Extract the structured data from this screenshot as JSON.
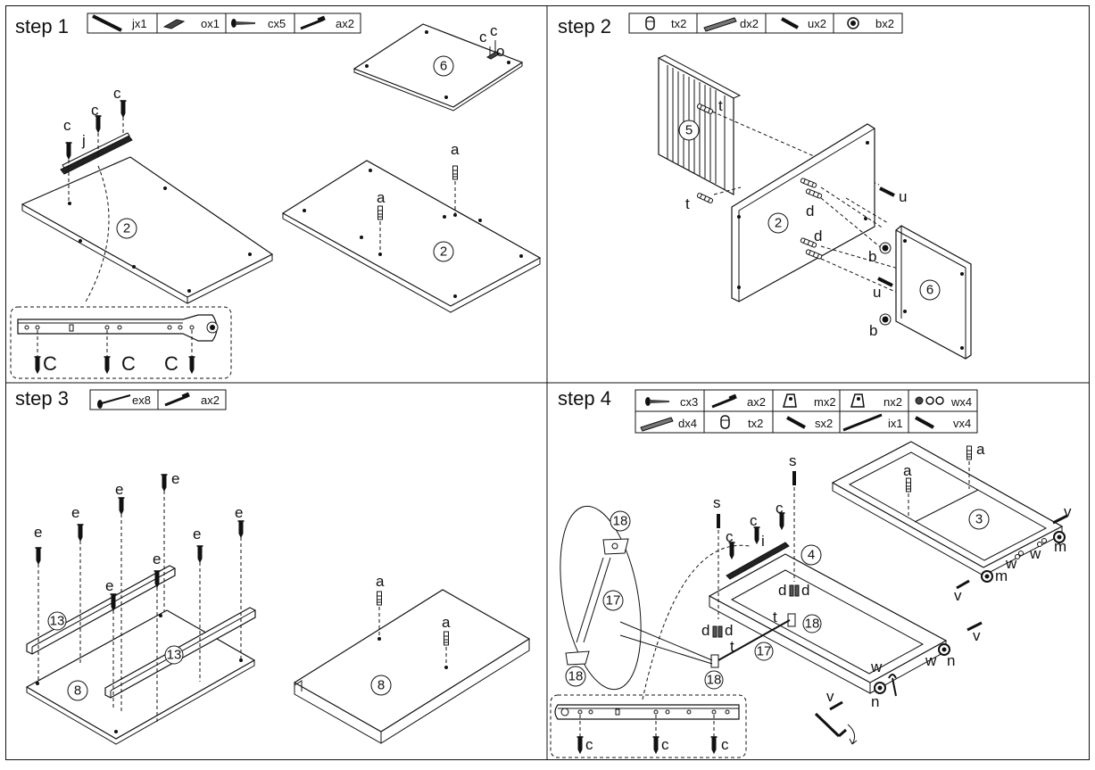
{
  "steps": [
    {
      "title": "step 1",
      "parts": [
        {
          "icon": "rail-part-j-icon",
          "count": "jx1"
        },
        {
          "icon": "rail-bracket-o-icon",
          "count": "ox1"
        },
        {
          "icon": "wood-screw-c-icon",
          "count": "cx5"
        },
        {
          "icon": "connector-bolt-a-icon",
          "count": "ax2"
        }
      ]
    },
    {
      "title": "step 2",
      "parts": [
        {
          "icon": "barrel-nut-t-icon",
          "count": "tx2"
        },
        {
          "icon": "wood-dowel-d-icon",
          "count": "dx2"
        },
        {
          "icon": "bolt-u-icon",
          "count": "ux2"
        },
        {
          "icon": "cam-lock-b-icon",
          "count": "bx2"
        }
      ]
    },
    {
      "title": "step 3",
      "parts": [
        {
          "icon": "long-screw-e-icon",
          "count": "ex8"
        },
        {
          "icon": "connector-bolt-a-icon",
          "count": "ax2"
        }
      ]
    },
    {
      "title": "step 4",
      "parts": [
        {
          "icon": "wood-screw-c-icon",
          "count": "cx3"
        },
        {
          "icon": "connector-bolt-a-icon",
          "count": "ax2"
        },
        {
          "icon": "caster-bracket-m-icon",
          "count": "mx2"
        },
        {
          "icon": "caster-bracket-n-icon",
          "count": "nx2"
        },
        {
          "icon": "washer-w-icon",
          "count": "wx4"
        },
        {
          "icon": "wood-dowel-d-icon",
          "count": "dx4"
        },
        {
          "icon": "barrel-nut-t-icon",
          "count": "tx2"
        },
        {
          "icon": "bolt-s-icon",
          "count": "sx2"
        },
        {
          "icon": "rail-part-i-icon",
          "count": "ix1"
        },
        {
          "icon": "bolt-v-icon",
          "count": "vx4"
        }
      ]
    }
  ],
  "labels": {
    "j": "j",
    "c": "c",
    "C": "C",
    "o": "o",
    "a": "a",
    "t": "t",
    "d": "d",
    "u": "u",
    "b": "b",
    "e": "e",
    "s": "s",
    "i": "i",
    "v": "v",
    "m": "m",
    "w": "w",
    "n": "n"
  },
  "panels": {
    "p2": "2",
    "p3": "3",
    "p4": "4",
    "p5": "5",
    "p6": "6",
    "p8": "8",
    "p13": "13",
    "p17": "17",
    "p18": "18"
  }
}
